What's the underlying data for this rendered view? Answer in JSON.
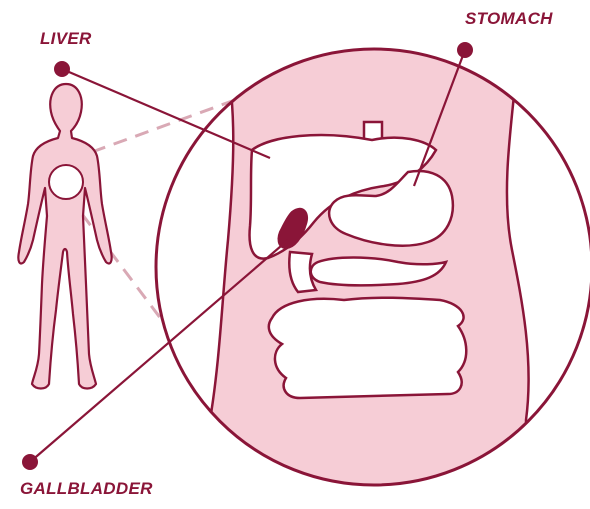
{
  "labels": {
    "liver": "LIVER",
    "stomach": "STOMACH",
    "gallbladder": "GALLBLADDER"
  },
  "colors": {
    "outline": "#8a1538",
    "fill": "#f6cdd6",
    "organ_fill": "#ffffff",
    "gallbladder_fill": "#8a1538",
    "guide_dash": "#d9a9b5"
  },
  "icons": {
    "body": "human-silhouette-icon",
    "zoom": "magnified-abdomen-circle"
  }
}
